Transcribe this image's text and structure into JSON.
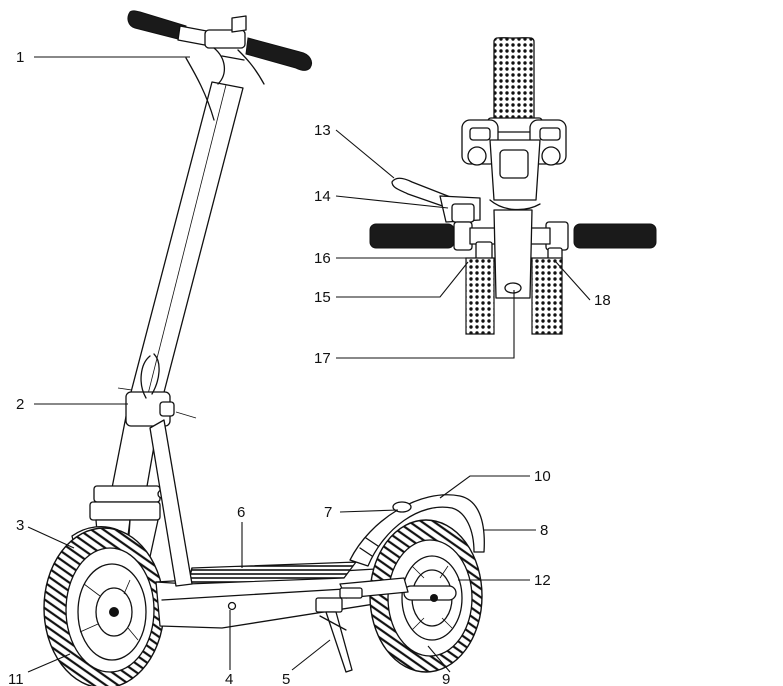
{
  "diagram": {
    "ink_color": "#111111",
    "background": "#ffffff",
    "callouts": [
      {
        "id": "1",
        "label": "1"
      },
      {
        "id": "2",
        "label": "2"
      },
      {
        "id": "3",
        "label": "3"
      },
      {
        "id": "4",
        "label": "4"
      },
      {
        "id": "5",
        "label": "5"
      },
      {
        "id": "6",
        "label": "6"
      },
      {
        "id": "7",
        "label": "7"
      },
      {
        "id": "8",
        "label": "8"
      },
      {
        "id": "9",
        "label": "9"
      },
      {
        "id": "10",
        "label": "10"
      },
      {
        "id": "11",
        "label": "11"
      },
      {
        "id": "12",
        "label": "12"
      },
      {
        "id": "13",
        "label": "13"
      },
      {
        "id": "14",
        "label": "14"
      },
      {
        "id": "15",
        "label": "15"
      },
      {
        "id": "16",
        "label": "16"
      },
      {
        "id": "17",
        "label": "17"
      },
      {
        "id": "18",
        "label": "18"
      }
    ]
  }
}
